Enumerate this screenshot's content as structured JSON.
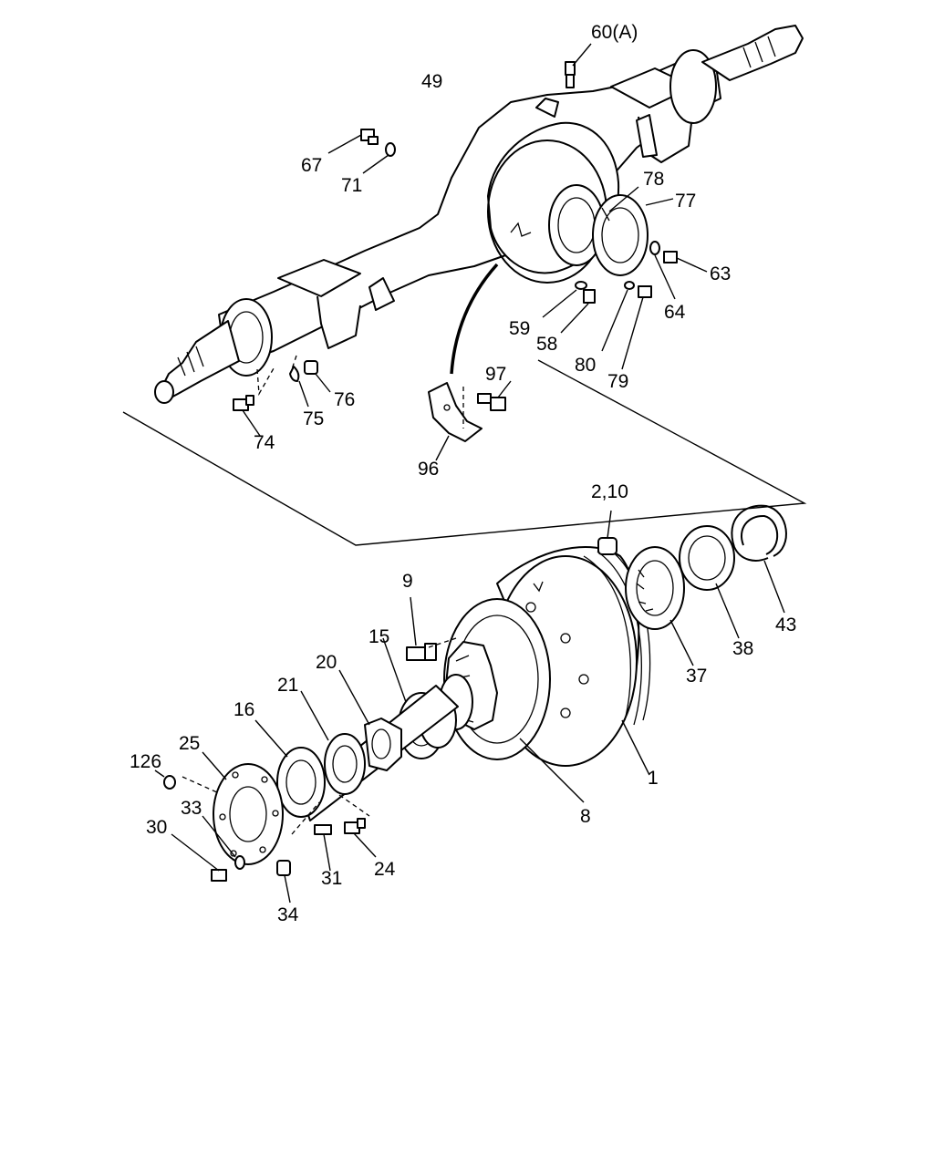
{
  "callouts": {
    "c60A": "60(A)",
    "c49": "49",
    "c67": "67",
    "c71": "71",
    "c78": "78",
    "c77": "77",
    "c63": "63",
    "c64": "64",
    "c59": "59",
    "c58": "58",
    "c80": "80",
    "c79": "79",
    "c97": "97",
    "c96": "96",
    "c74": "74",
    "c75": "75",
    "c76": "76",
    "c2_10": "2,10",
    "c9": "9",
    "c15": "15",
    "c20": "20",
    "c21": "21",
    "c16": "16",
    "c25": "25",
    "c126": "126",
    "c33": "33",
    "c30": "30",
    "c34": "34",
    "c31": "31",
    "c24": "24",
    "c8": "8",
    "c1": "1",
    "c37": "37",
    "c38": "38",
    "c43": "43"
  }
}
